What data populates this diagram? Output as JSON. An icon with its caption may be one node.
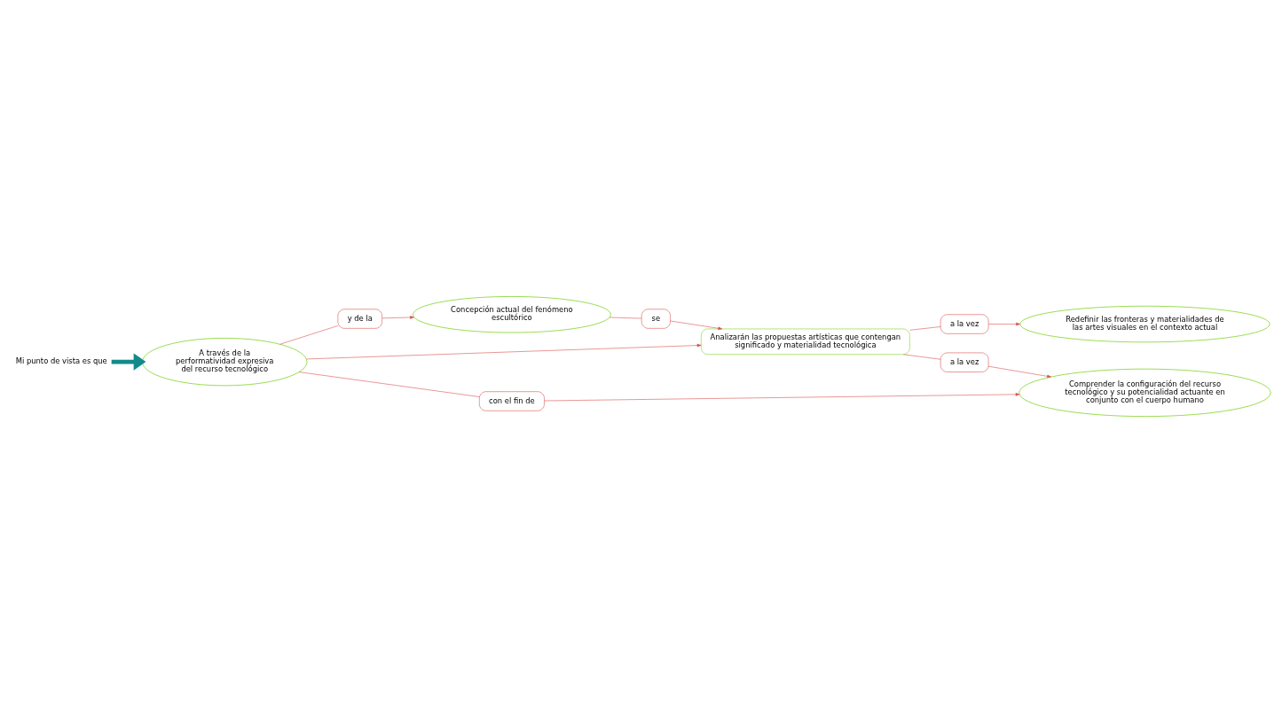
{
  "diagram": {
    "nodes": [
      {
        "text": [
          "Mi punto de vista es que"
        ]
      },
      {
        "text": [
          "A través de la performatividad expresiva del recurso tecnológico"
        ]
      },
      {
        "text": [
          "y de la"
        ]
      },
      {
        "text": [
          "Concepción actual del fenómeno escultórico"
        ]
      },
      {
        "text": [
          "se"
        ]
      },
      {
        "text": [
          "Analizarán las propuestas artísticas que contengan significado y materialidad tecnológica"
        ]
      },
      {
        "text": [
          "con el fin de"
        ]
      },
      {
        "text": [
          "a la vez"
        ]
      },
      {
        "text": [
          "Comprender la configuración del recurso tecnológico y su potencialidad actuante en conjunto con el cuerpo humano"
        ]
      },
      {
        "text": [
          "a la vez"
        ]
      },
      {
        "text": [
          "Redefinir las fronteras y materialidades de las artes visuales en el contexto actual"
        ]
      }
    ],
    "edges": [
      {
        "from": 0,
        "to": 1,
        "arrow": "to",
        "style": "thick",
        "color": "#138a8a"
      },
      {
        "from": 1,
        "to": 2,
        "arrow": "none"
      },
      {
        "from": 2,
        "to": 3,
        "arrow": "to"
      },
      {
        "from": 3,
        "to": 4,
        "arrow": "none"
      },
      {
        "from": 4,
        "to": 5,
        "arrow": "to"
      },
      {
        "from": 1,
        "to": 5,
        "arrow": "to"
      },
      {
        "from": 1,
        "to": 6,
        "arrow": "none"
      },
      {
        "from": 6,
        "to": 8,
        "arrow": "to"
      },
      {
        "from": 5,
        "to": 7,
        "arrow": "none"
      },
      {
        "from": 7,
        "to": 8,
        "arrow": "to"
      },
      {
        "from": 5,
        "to": 9,
        "arrow": "none"
      },
      {
        "from": 9,
        "to": 10,
        "arrow": "to"
      }
    ]
  }
}
